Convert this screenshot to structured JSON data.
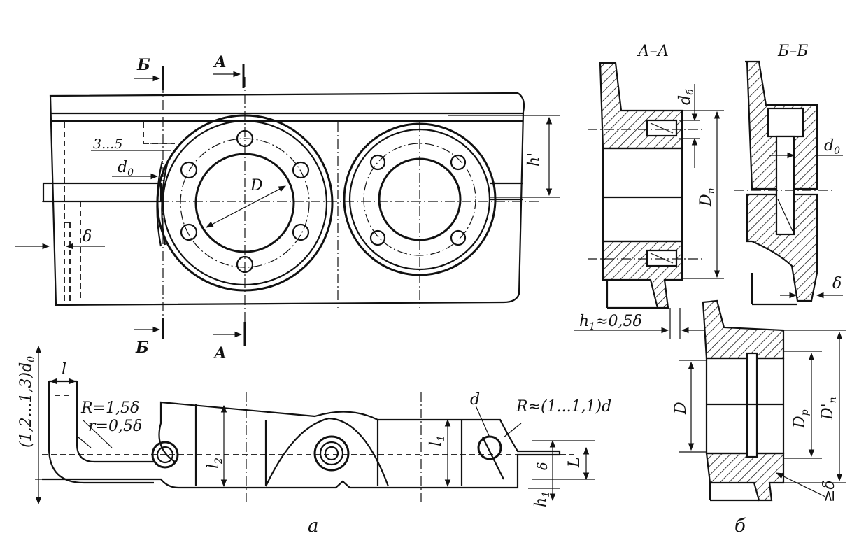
{
  "labels": {
    "section_b_top": "Б",
    "section_a_top": "А",
    "section_b_bottom": "Б",
    "section_a_bottom": "А",
    "dim_3_5": "3...5",
    "d0_left": "d",
    "d0_left_sub": "0",
    "D_main": "D",
    "h_prime": "h'",
    "delta_left": "δ",
    "ratio_d0": "(1,2...1,3)d",
    "ratio_d0_sub": "0",
    "l_top": "l",
    "R_big": "R=1,5δ",
    "r_small": "r=0,5δ",
    "l2": "l",
    "l2_sub": "2",
    "l1": "l",
    "l1_sub": "1",
    "d_small": "d",
    "R_approx": "R≈(1...1,1)d",
    "delta_mid": "δ",
    "L_right": "L",
    "h1_bottom": "h",
    "h1_bottom_sub": "1",
    "AA": "А–А",
    "BB": "Б–Б",
    "d6": "d",
    "d6_sub": "б",
    "Dp_AA": "D",
    "Dp_AA_sub": "п",
    "d0_BB": "d",
    "d0_BB_sub": "0",
    "delta_BB": "δ",
    "h1_approx": "h",
    "h1_approx_sub": "1",
    "h1_approx_rest": "≈0,5δ",
    "D_lower": "D",
    "Dp_lower": "D",
    "Dp_lower_sub": "p",
    "Dp_prime": "D'",
    "Dp_prime_sub": "п",
    "ge_delta": "≥δ",
    "caption_a": "а",
    "caption_b": "б"
  }
}
